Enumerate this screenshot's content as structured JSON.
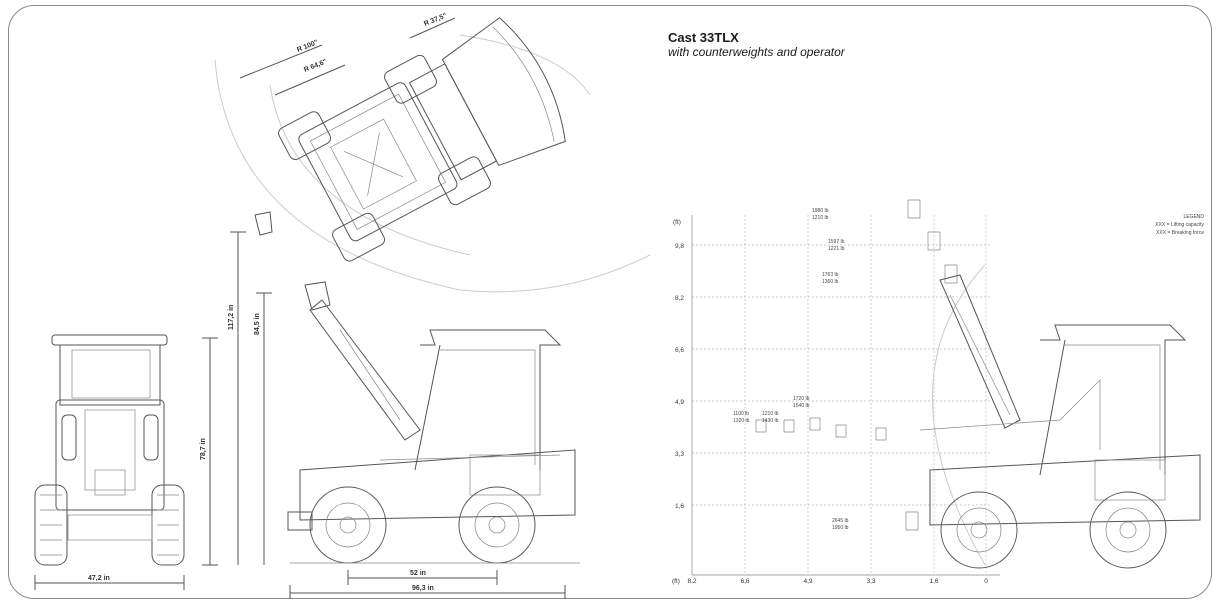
{
  "header": {
    "title": "Cast 33TLX",
    "subtitle": "with counterweights and operator"
  },
  "top_view": {
    "radius_outer": "R 100\"",
    "radius_mid": "R 64,6\"",
    "angle": "R 37,5\""
  },
  "front_view": {
    "width_label": "47,2 in",
    "height_label": "78,7 in"
  },
  "side_view": {
    "max_height_label": "117,2 in",
    "pin_height_label": "84,5 in",
    "wheelbase_label": "52 in",
    "length_label": "96,3 in"
  },
  "load_chart": {
    "y_unit": "(ft)",
    "x_unit": "(ft)",
    "y_ticks": [
      "9,8",
      "8,2",
      "6,6",
      "4,9",
      "3,3",
      "1,6"
    ],
    "x_ticks": [
      "8,2",
      "6,6",
      "4,9",
      "3,3",
      "1,6",
      "0"
    ],
    "legend": {
      "title": "LEGEND",
      "line1": "XXX = Lifting capacity",
      "line2": "XXX = Breaking force"
    },
    "load_points": [
      {
        "cap": "1100 lb",
        "force": "1320 lb"
      },
      {
        "cap": "1210 lb",
        "force": "1430 lb"
      },
      {
        "cap": "1720 lb",
        "force": "1540 lb"
      },
      {
        "cap": "1980 lb",
        "force": "1210 lb"
      },
      {
        "cap": "1597 lb",
        "force": "1221 lb"
      },
      {
        "cap": "1763 lb",
        "force": "1360 lb"
      },
      {
        "cap": "2645 lb",
        "force": "1950 lb"
      }
    ]
  }
}
